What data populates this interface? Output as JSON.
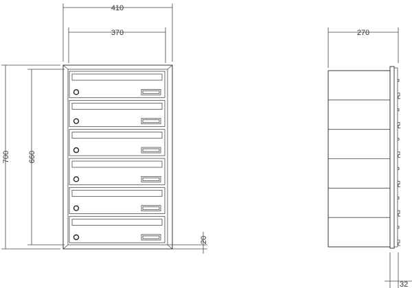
{
  "front_view": {
    "dim_outer_width": "410",
    "dim_inner_width": "370",
    "dim_outer_height": "700",
    "dim_inner_height": "660",
    "dim_bottom_offset": "20",
    "mailbox_count": 6
  },
  "side_view": {
    "dim_depth": "270",
    "dim_frame_depth": "32",
    "compartment_count": 6
  }
}
